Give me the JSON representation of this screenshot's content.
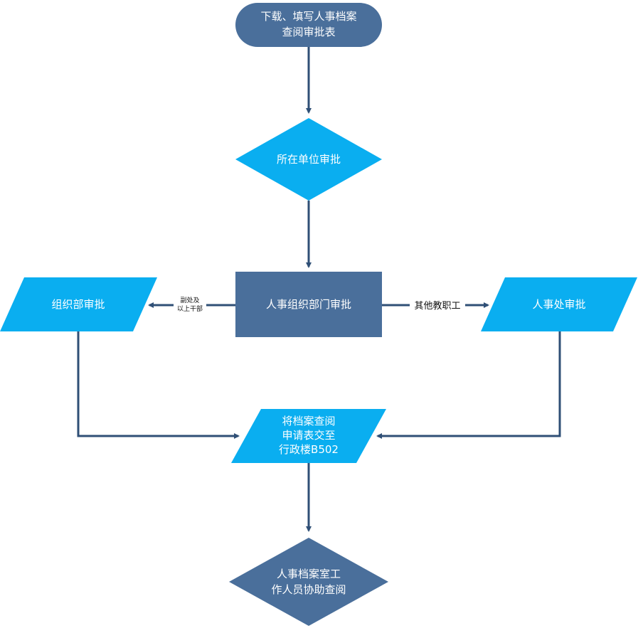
{
  "colors": {
    "dark_node": "#4a6f9b",
    "light_node": "#0aaef0",
    "connector": "#2f4f76",
    "node_text": "#ffffff",
    "label_text": "#111111"
  },
  "nodes": {
    "start": {
      "label_lines": [
        "下载、填写人事档案",
        "查阅审批表"
      ]
    },
    "unit_approval": {
      "label_lines": [
        "所在单位审批"
      ]
    },
    "hr_org_approval": {
      "label_lines": [
        "人事组织部门审批"
      ]
    },
    "org_dept_approval": {
      "label_lines": [
        "组织部审批"
      ]
    },
    "hr_office_approval": {
      "label_lines": [
        "人事处审批"
      ]
    },
    "submit_form": {
      "label_lines": [
        "将档案查阅",
        "申请表交至",
        "行政楼B502"
      ]
    },
    "archive_assist": {
      "label_lines": [
        "人事档案室工",
        "作人员协助查阅"
      ]
    }
  },
  "edges": {
    "left_label_lines": [
      "副处及",
      "以上干部"
    ],
    "right_label": "其他教职工"
  }
}
